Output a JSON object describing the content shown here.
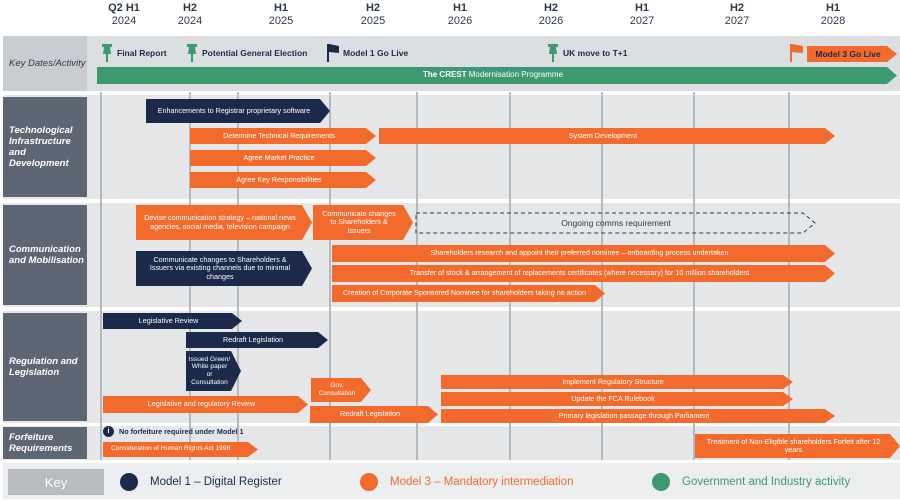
{
  "timeline": [
    {
      "period": "Q2 H1",
      "year": "2024"
    },
    {
      "period": "H2",
      "year": "2024"
    },
    {
      "period": "H1",
      "year": "2025"
    },
    {
      "period": "H2",
      "year": "2025"
    },
    {
      "period": "H1",
      "year": "2026"
    },
    {
      "period": "H2",
      "year": "2026"
    },
    {
      "period": "H1",
      "year": "2027"
    },
    {
      "period": "H2",
      "year": "2027"
    },
    {
      "period": "H1",
      "year": "2028"
    }
  ],
  "categories": {
    "key_dates": "Key Dates/Activity",
    "tech": "Technological Infrastructure and Development",
    "comms": "Communication and Mobilisation",
    "regulation": "Regulation and Legislation",
    "forfeiture": "Forfeiture Requirements"
  },
  "milestones": {
    "final_report": "Final Report",
    "election": "Potential General Election",
    "model1_live": "Model 1 Go Live",
    "t_plus_1": "UK move to T+1",
    "model3_live": "Model 3 Go Live"
  },
  "programme": "The CREST Modernisation Programme",
  "programme_bold": "The CREST",
  "programme_rest": "Modernisation Programme",
  "tech": {
    "registrar_software": "Enhancements to Registrar proprietary software",
    "tech_requirements": "Determine Technical Requirements",
    "system_dev": "System Development",
    "market_practice": "Agree Market Practice",
    "key_responsibilities": "Agree Key Responsibilities"
  },
  "comms": {
    "comms_strategy": "Devise communication strategy – national news agencies, social media, television campaign",
    "communicate_changes": "Communicate changes to Shareholders & Issuers",
    "ongoing_comms": "Ongoing comms requirement",
    "existing_channels": "Communicate changes to Shareholders & Issuers via existing channels due to minimal changes",
    "shareholders_research": "Shareholders research and appoint their preferred nominee – onboarding process undertaken",
    "transfer_stock": "Transfer of stock & arrangement of replacements certificates (where necessary) for 10 million shareholders",
    "corporate_nominee": "Creation of Corporate Sponsored Nominee for shareholders taking no action"
  },
  "regulation": {
    "legislative_review": "Legislative Review",
    "redraft_legislation_1": "Redraft Legislation",
    "issued_paper": "Issued Green/ White paper or Consultation",
    "gov_consultation": "Gov. Consultation",
    "implement_structure": "Implement Regulatory Structure",
    "fca_rulebook": "Update the FCA Rulebook",
    "legislative_regulatory_review": "Legislative and regulatory Review",
    "redraft_legislation_2": "Redraft Legislation",
    "primary_legislation": "Primary legislation passage through Parliament"
  },
  "forfeiture": {
    "info_icon": "i",
    "note": "No forfeiture required under Model 1",
    "human_rights": "Consideration of Human Rights Act 1998",
    "treatment": "Treatment of Non-Eligible shareholders Forfeit after 12 years"
  },
  "key": {
    "title": "Key",
    "model1": "Model 1 – Digital Register",
    "model3": "Model 3 – Mandatory intermediation",
    "government": "Government and Industry activity"
  },
  "colors": {
    "navy": "#1b2a4a",
    "orange": "#f26b2d",
    "green": "#3d9970"
  }
}
